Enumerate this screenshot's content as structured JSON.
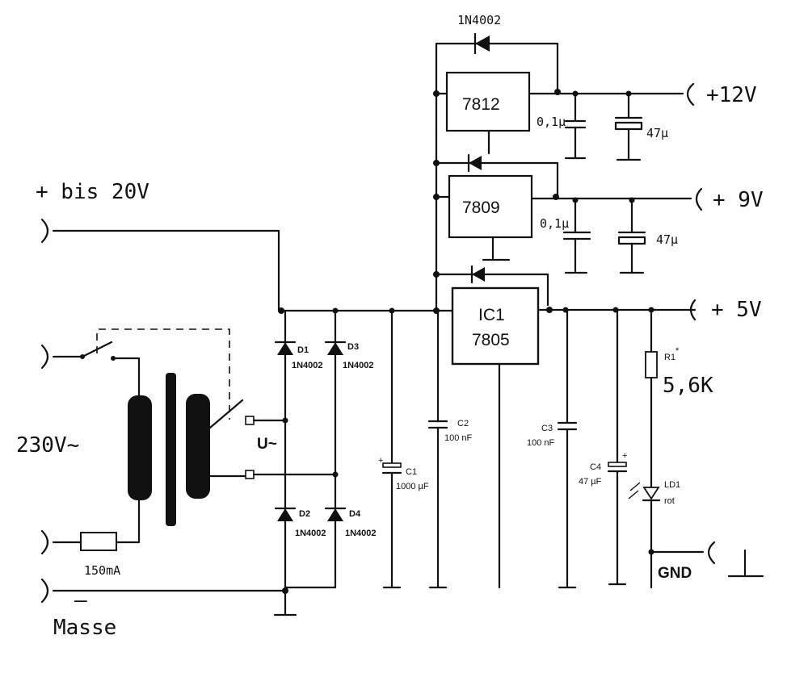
{
  "labels": {
    "input_dc": "+ bis 20V",
    "mains": "230V~",
    "fuse": "150mA",
    "mass_sign": "—",
    "mass": "Masse",
    "u_ac": "U~",
    "out_12": "+12V",
    "out_9": "+ 9V",
    "out_5": "+ 5V",
    "gnd": "GND",
    "r1_value": "5,6K"
  },
  "regulators": {
    "r12": "7812",
    "r9": "7809",
    "ic1_name": "IC1",
    "ic1_type": "7805"
  },
  "diodes": {
    "top": "1N4002",
    "d1": "D1",
    "d1_type": "1N4002",
    "d2": "D2",
    "d2_type": "1N4002",
    "d3": "D3",
    "d3_type": "1N4002",
    "d4": "D4",
    "d4_type": "1N4002"
  },
  "capacitors": {
    "c1": "C1",
    "c1_value": "1000 µF",
    "c2": "C2",
    "c2_value": "100 nF",
    "c3": "C3",
    "c3_value": "100 nF",
    "c4": "C4",
    "c4_value": "47 µF",
    "c4_plus": "+",
    "c1_plus": "+",
    "c12a": "0,1µ",
    "c12b": "47µ",
    "c9a": "0,1µ",
    "c9b": "47µ"
  },
  "resistor": {
    "r1": "R1",
    "r1_mark": "*"
  },
  "led": {
    "ld1": "LD1",
    "ld1_color": "rot"
  }
}
